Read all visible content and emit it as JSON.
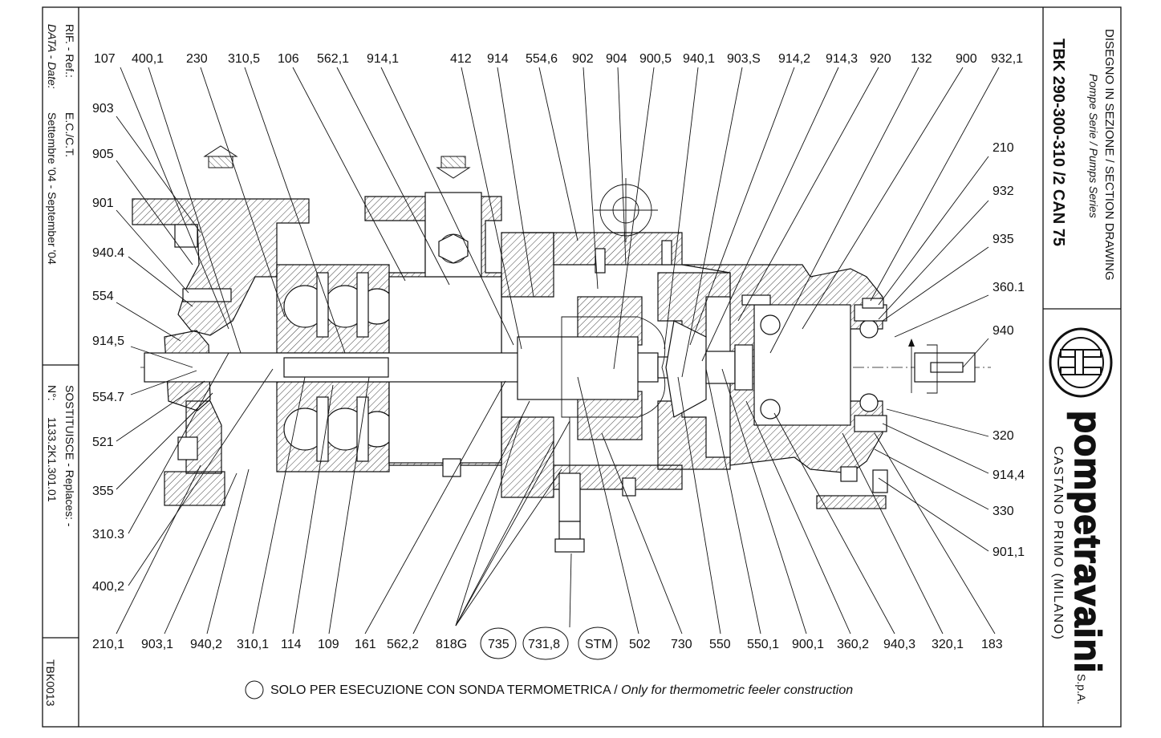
{
  "title_block": {
    "drawing_type": "DISEGNO IN SEZIONE / SECTION DRAWING",
    "series": "Pompe Serie / Pumps Series",
    "model": "TBK 290-300-310 /2 CAN 75",
    "brand": "pompetravaini",
    "brand_suffix": "S.p.A.",
    "location": "CASTANO PRIMO   (MILANO)",
    "drawing_code": "TBK0013"
  },
  "revision_block": {
    "ref_label": "RIF. - Ref.:",
    "ref_value": "E.C./C.T.",
    "date_label": "DATA - Date:",
    "date_value": "Settembre '04 - September '04",
    "replaces_label": "SOSTITUISCE - Replaces: -",
    "number_label": "N°:",
    "number_value": "1133.2K1.301.01"
  },
  "note": {
    "text_it": "SOLO PER ESECUZIONE CON SONDA TERMOMETRICA /",
    "text_en": "Only for thermometric feeler construction"
  },
  "labels": {
    "top": [
      "107",
      "400,1",
      "230",
      "310,5",
      "106",
      "562,1",
      "914,1",
      "412",
      "914",
      "554,6",
      "902",
      "904",
      "900,5",
      "940,1",
      "903,S",
      "914,2",
      "914,3",
      "920",
      "132",
      "900",
      "932,1"
    ],
    "left": [
      "903",
      "905",
      "901",
      "940.4",
      "554",
      "914,5",
      "554.7",
      "521",
      "355",
      "310.3",
      "400,2"
    ],
    "right": [
      "210",
      "932",
      "935",
      "360.1",
      "940",
      "320",
      "914,4",
      "330",
      "901,1"
    ],
    "bottom": [
      "210,1",
      "903,1",
      "940,2",
      "310,1",
      "114",
      "109",
      "161",
      "562,2",
      "818G",
      "735",
      "731,8",
      "STM",
      "502",
      "730",
      "550",
      "550,1",
      "900,1",
      "360,2",
      "940,3",
      "320,1",
      "183"
    ]
  },
  "colors": {
    "ink": "#111111",
    "paper": "#ffffff"
  }
}
